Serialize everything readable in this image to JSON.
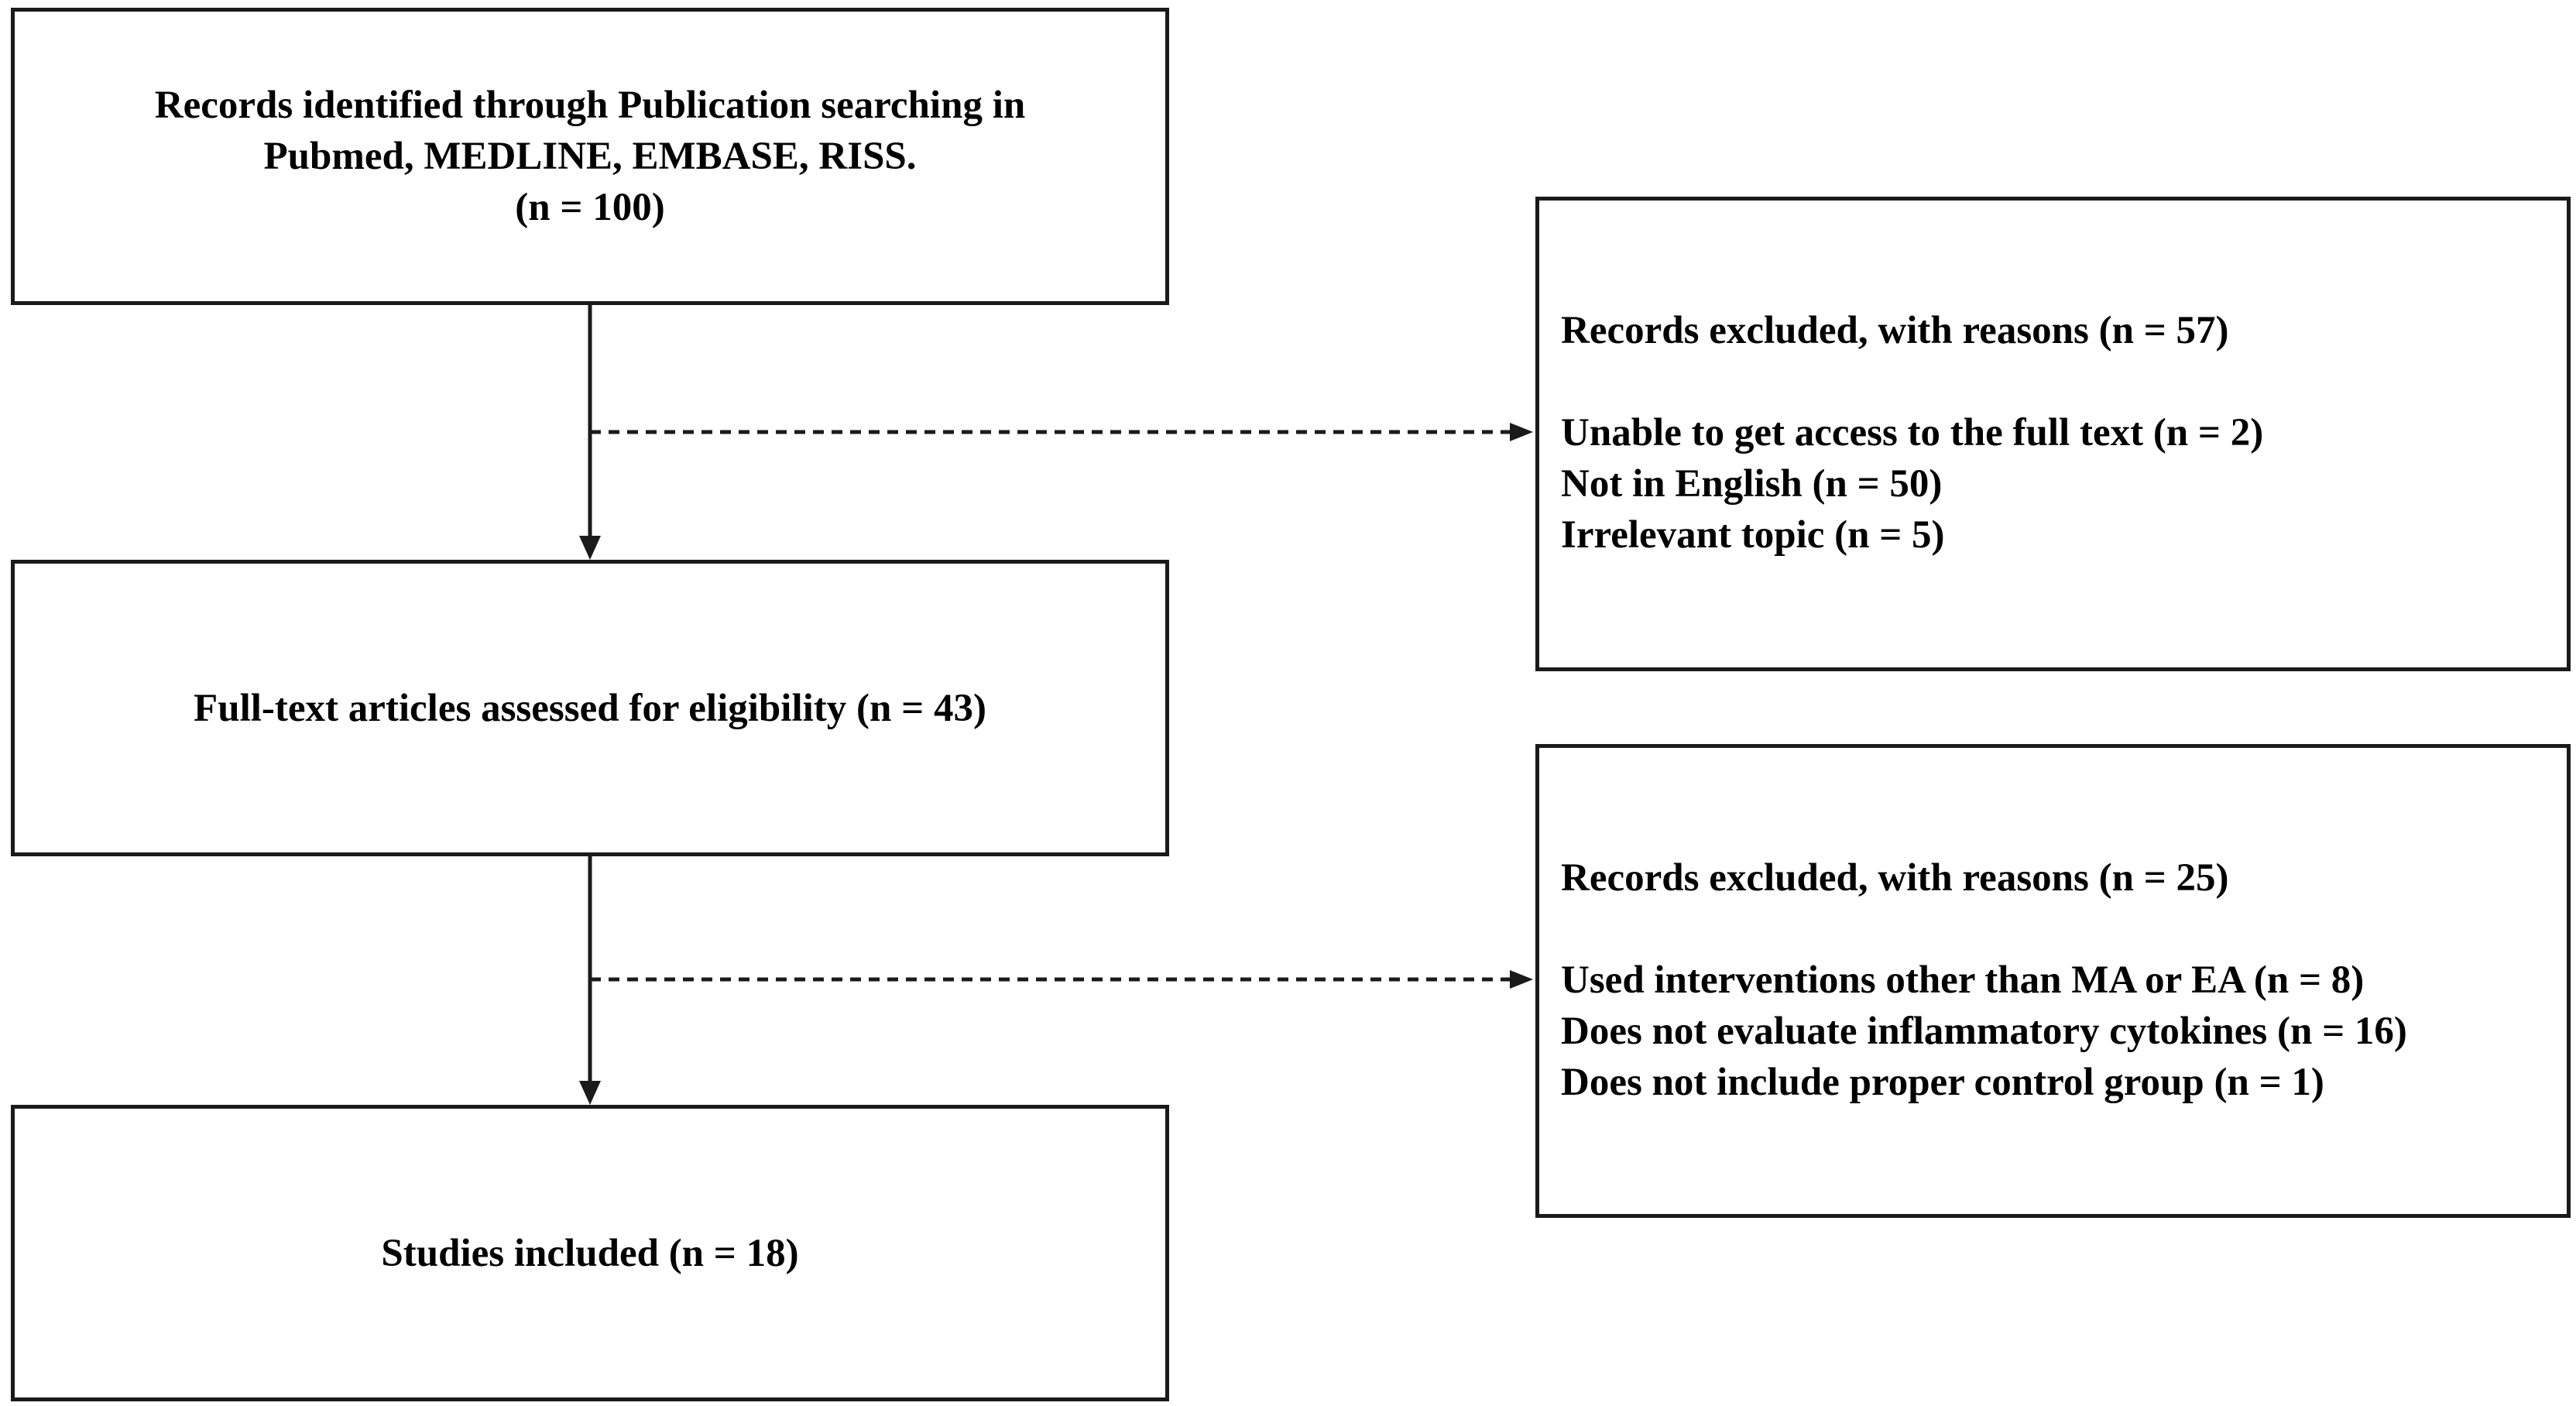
{
  "boxes": {
    "identified": {
      "lines": [
        "Records identified through Publication searching in",
        "Pubmed, MEDLINE, EMBASE, RISS.",
        "(n = 100)"
      ]
    },
    "assessed": {
      "text": "Full-text articles assessed for eligibility (n = 43)"
    },
    "included": {
      "text": "Studies included (n = 18)"
    },
    "excluded_first": {
      "heading": "Records excluded, with reasons (n = 57)",
      "reasons": [
        "Unable to get access to the full text (n = 2)",
        "Not in English (n = 50)",
        "Irrelevant topic (n = 5)"
      ]
    },
    "excluded_second": {
      "heading": "Records excluded, with reasons (n = 25)",
      "reasons": [
        "Used interventions other than MA or EA (n = 8)",
        "Does not evaluate inflammatory cytokines (n = 16)",
        "Does not include proper control group (n = 1)"
      ]
    }
  }
}
